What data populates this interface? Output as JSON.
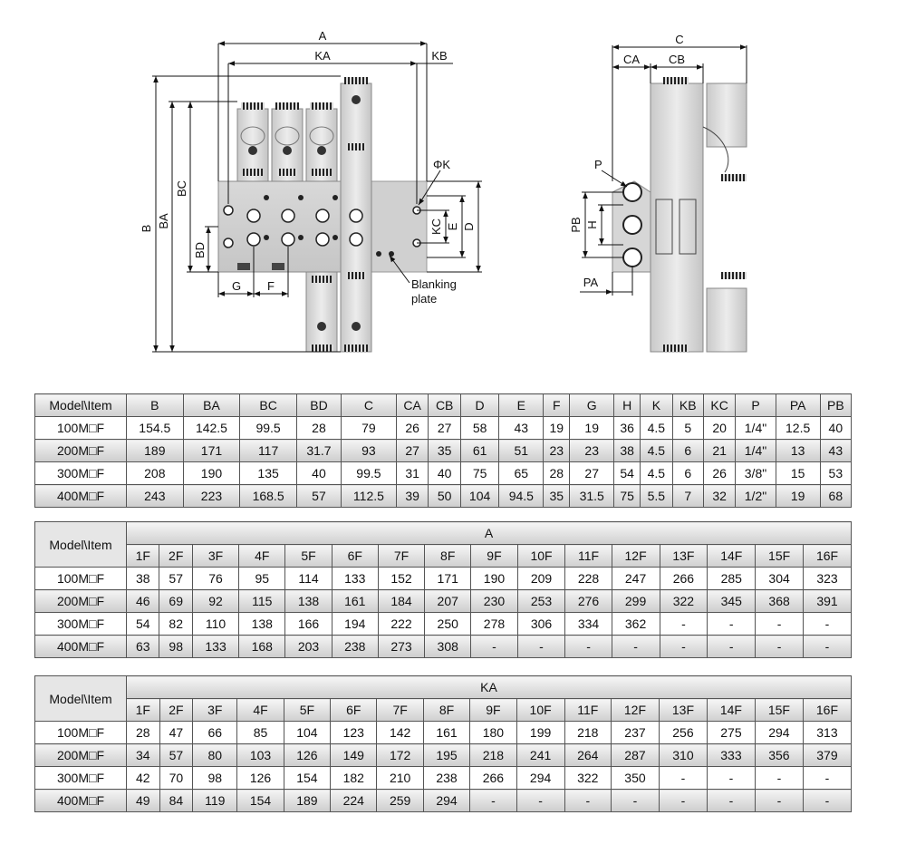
{
  "drawing": {
    "front": {
      "labels": {
        "A": "A",
        "KA": "KA",
        "KB": "KB",
        "B": "B",
        "BA": "BA",
        "BC": "BC",
        "BD": "BD",
        "G": "G",
        "F": "F",
        "PHIK": "ΦK",
        "KC": "KC",
        "E": "E",
        "D": "D",
        "blank1": "Blanking",
        "blank2": "plate"
      }
    },
    "side": {
      "labels": {
        "C": "C",
        "CA": "CA",
        "CB": "CB",
        "P": "P",
        "PB": "PB",
        "H": "H",
        "PA": "PA"
      }
    }
  },
  "table_main": {
    "headers": [
      "Model\\Item",
      "B",
      "BA",
      "BC",
      "BD",
      "C",
      "CA",
      "CB",
      "D",
      "E",
      "F",
      "G",
      "H",
      "K",
      "KB",
      "KC",
      "P",
      "PA",
      "PB"
    ],
    "rows": [
      [
        "100M□F",
        "154.5",
        "142.5",
        "99.5",
        "28",
        "79",
        "26",
        "27",
        "58",
        "43",
        "19",
        "19",
        "36",
        "4.5",
        "5",
        "20",
        "1/4\"",
        "12.5",
        "40"
      ],
      [
        "200M□F",
        "189",
        "171",
        "117",
        "31.7",
        "93",
        "27",
        "35",
        "61",
        "51",
        "23",
        "23",
        "38",
        "4.5",
        "6",
        "21",
        "1/4\"",
        "13",
        "43"
      ],
      [
        "300M□F",
        "208",
        "190",
        "135",
        "40",
        "99.5",
        "31",
        "40",
        "75",
        "65",
        "28",
        "27",
        "54",
        "4.5",
        "6",
        "26",
        "3/8\"",
        "15",
        "53"
      ],
      [
        "400M□F",
        "243",
        "223",
        "168.5",
        "57",
        "112.5",
        "39",
        "50",
        "104",
        "94.5",
        "35",
        "31.5",
        "75",
        "5.5",
        "7",
        "32",
        "1/2\"",
        "19",
        "68"
      ]
    ]
  },
  "table_a": {
    "model_header": "Model\\Item",
    "group": "A",
    "cols": [
      "1F",
      "2F",
      "3F",
      "4F",
      "5F",
      "6F",
      "7F",
      "8F",
      "9F",
      "10F",
      "11F",
      "12F",
      "13F",
      "14F",
      "15F",
      "16F"
    ],
    "rows": [
      [
        "100M□F",
        "38",
        "57",
        "76",
        "95",
        "114",
        "133",
        "152",
        "171",
        "190",
        "209",
        "228",
        "247",
        "266",
        "285",
        "304",
        "323"
      ],
      [
        "200M□F",
        "46",
        "69",
        "92",
        "115",
        "138",
        "161",
        "184",
        "207",
        "230",
        "253",
        "276",
        "299",
        "322",
        "345",
        "368",
        "391"
      ],
      [
        "300M□F",
        "54",
        "82",
        "110",
        "138",
        "166",
        "194",
        "222",
        "250",
        "278",
        "306",
        "334",
        "362",
        "-",
        "-",
        "-",
        "-"
      ],
      [
        "400M□F",
        "63",
        "98",
        "133",
        "168",
        "203",
        "238",
        "273",
        "308",
        "-",
        "-",
        "-",
        "-",
        "-",
        "-",
        "-",
        "-"
      ]
    ]
  },
  "table_ka": {
    "model_header": "Model\\Item",
    "group": "KA",
    "cols": [
      "1F",
      "2F",
      "3F",
      "4F",
      "5F",
      "6F",
      "7F",
      "8F",
      "9F",
      "10F",
      "11F",
      "12F",
      "13F",
      "14F",
      "15F",
      "16F"
    ],
    "rows": [
      [
        "100M□F",
        "28",
        "47",
        "66",
        "85",
        "104",
        "123",
        "142",
        "161",
        "180",
        "199",
        "218",
        "237",
        "256",
        "275",
        "294",
        "313"
      ],
      [
        "200M□F",
        "34",
        "57",
        "80",
        "103",
        "126",
        "149",
        "172",
        "195",
        "218",
        "241",
        "264",
        "287",
        "310",
        "333",
        "356",
        "379"
      ],
      [
        "300M□F",
        "42",
        "70",
        "98",
        "126",
        "154",
        "182",
        "210",
        "238",
        "266",
        "294",
        "322",
        "350",
        "-",
        "-",
        "-",
        "-"
      ],
      [
        "400M□F",
        "49",
        "84",
        "119",
        "154",
        "189",
        "224",
        "259",
        "294",
        "-",
        "-",
        "-",
        "-",
        "-",
        "-",
        "-",
        "-"
      ]
    ]
  }
}
